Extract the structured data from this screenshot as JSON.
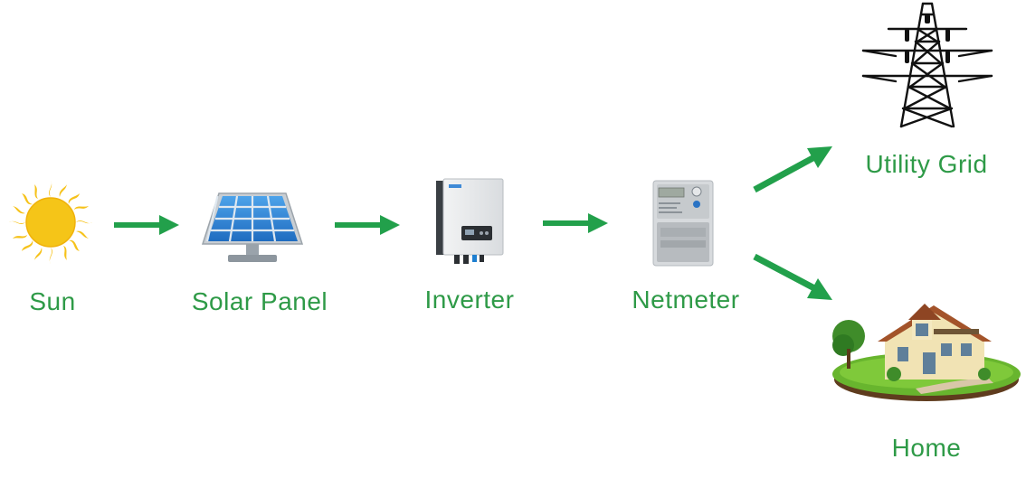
{
  "diagram": {
    "nodes": [
      {
        "id": "sun",
        "label": "Sun",
        "icon": "sun-icon"
      },
      {
        "id": "solar-panel",
        "label": "Solar Panel",
        "icon": "solar-panel-icon"
      },
      {
        "id": "inverter",
        "label": "Inverter",
        "icon": "inverter-icon"
      },
      {
        "id": "netmeter",
        "label": "Netmeter",
        "icon": "netmeter-icon"
      },
      {
        "id": "utility-grid",
        "label": "Utility Grid",
        "icon": "transmission-tower-icon"
      },
      {
        "id": "home",
        "label": "Home",
        "icon": "house-icon"
      }
    ],
    "edges": [
      {
        "from": "sun",
        "to": "solar-panel"
      },
      {
        "from": "solar-panel",
        "to": "inverter"
      },
      {
        "from": "inverter",
        "to": "netmeter"
      },
      {
        "from": "netmeter",
        "to": "utility-grid"
      },
      {
        "from": "netmeter",
        "to": "home"
      }
    ],
    "colors": {
      "label": "#2e9a47",
      "arrow": "#22a04b",
      "sun": "#f5c518",
      "panel": "#2f7fd0"
    }
  }
}
